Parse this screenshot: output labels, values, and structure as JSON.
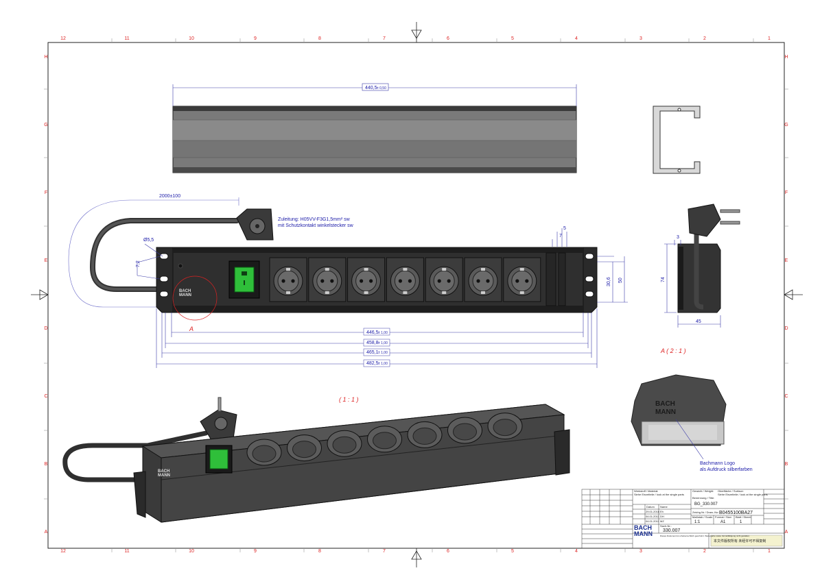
{
  "grid": {
    "cols": [
      "12",
      "11",
      "10",
      "9",
      "8",
      "7",
      "6",
      "5",
      "4",
      "3",
      "2",
      "1"
    ],
    "rows": [
      "H",
      "G",
      "F",
      "E",
      "D",
      "C",
      "B",
      "A"
    ]
  },
  "dimensions": {
    "top_length": "440,5",
    "top_length_tol": "± 0,50",
    "cord_length": "2000±100",
    "cable_note_line1": "Zuleitung: H05VV-F3G1,5mm² sw",
    "cable_note_line2": "mit Schutzkontakt winkelstecker sw",
    "hole_dia": "Ø5,5",
    "hole_pitch": "7,2",
    "dim_7": "7",
    "dim_5": "5",
    "dim_30_6": "30,6",
    "dim_50": "50",
    "len1": "446,5",
    "len1_tol": "± 1,00",
    "len2": "458,8",
    "len2_tol": "± 1,00",
    "len3": "465,1",
    "len3_tol": "± 1,00",
    "len4": "482,5",
    "len4_tol": "± 1,00",
    "side_3": "3",
    "side_74": "74",
    "side_45": "45",
    "detail_marker": "A",
    "detail_label": "A ( 2 : 1 )",
    "iso_scale": "( 1 : 1 )",
    "logo_note_line1": "Bachmann Logo",
    "logo_note_line2": "als Aufdruck silberfarben",
    "detail_logo_line1": "BACH",
    "detail_logo_line2": "MANN",
    "strip_logo_line1": "BACH",
    "strip_logo_line2": "MANN"
  },
  "title_block": {
    "material_label": "Werkstoff / Material:",
    "material_value": "Siehe Einzelteile / look at the single parts",
    "weight_label": "Gewicht / Weight:",
    "surface_label": "Oberfläche / Surface:",
    "surface_value": "Siehe Einzelteile / look at the single parts",
    "date_label": "Datum",
    "name_label": "Name",
    "row1_date": "29.01.2016",
    "row1_name": "Eh",
    "row2_date": "04.01.2011",
    "row2_name": "DH",
    "row3_date": "04.01.2011",
    "row3_name": "MZ",
    "title_label": "Benennung / Title:",
    "title_value": "BG_330.007",
    "drawing_no_label": "Zeichg.Nr / Draw.-No:",
    "drawing_no": "B0455100BA27",
    "scale_label": "Maßstab / Scale:",
    "scale": "1:1",
    "format_label": "Format / Size:",
    "format": "A1",
    "sheet_label": "Blatt / Sheet:",
    "sheet": "1",
    "bachmann_logo_line1": "BACH",
    "bachmann_logo_line2": "MANN",
    "part_no_label": "Sach-Nr.:",
    "part_no": "330.007",
    "copyright_note": "Dieses Dokument ist urheberrechtlich geschützt. Weitergabe sowie Vervielfältigung nicht gestattet.",
    "chinese_note": "本文件版权所有 未经许可不得复制"
  }
}
